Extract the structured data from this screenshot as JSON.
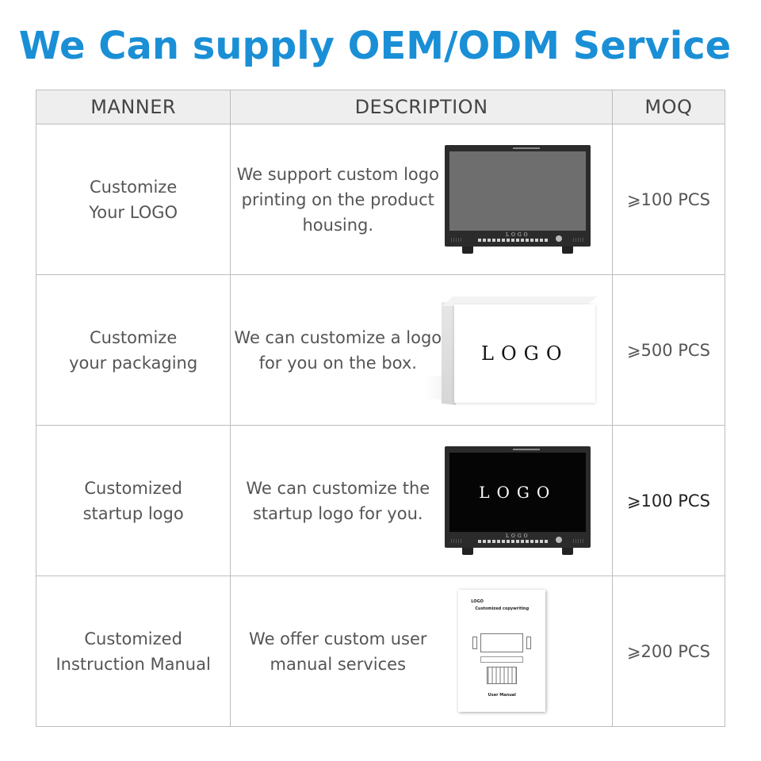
{
  "title": "We Can supply OEM/ODM Service",
  "table": {
    "headers": [
      "MANNER",
      "DESCRIPTION",
      "MOQ"
    ],
    "rows": [
      {
        "manner": [
          "Customize",
          "Your LOGO"
        ],
        "description": "We support custom logo printing on the product housing.",
        "image": "monitor-grey",
        "image_text": "LOGO",
        "moq": "⩾100 PCS"
      },
      {
        "manner": [
          "Customize",
          "your packaging"
        ],
        "description": "We can customize a logo for you on the box.",
        "image": "white-box",
        "image_text": "LOGO",
        "moq": "⩾500 PCS"
      },
      {
        "manner": [
          "Customized",
          "startup logo"
        ],
        "description": "We can customize the startup logo for you.",
        "image": "monitor-black",
        "image_text": "LOGO",
        "panel_text": "LOGO",
        "moq": "⩾100 PCS"
      },
      {
        "manner": [
          "Customized",
          "Instruction Manual"
        ],
        "description": "We offer custom user manual services",
        "image": "user-manual",
        "manual_logo": "LOGO",
        "manual_heading": "Customized copywriting",
        "manual_footer": "User Manual",
        "moq": "⩾200 PCS"
      }
    ]
  },
  "colors": {
    "title": "#1a8fd6",
    "header_bg": "#eeeeee",
    "border": "#bdbdbd",
    "text": "#555555"
  }
}
